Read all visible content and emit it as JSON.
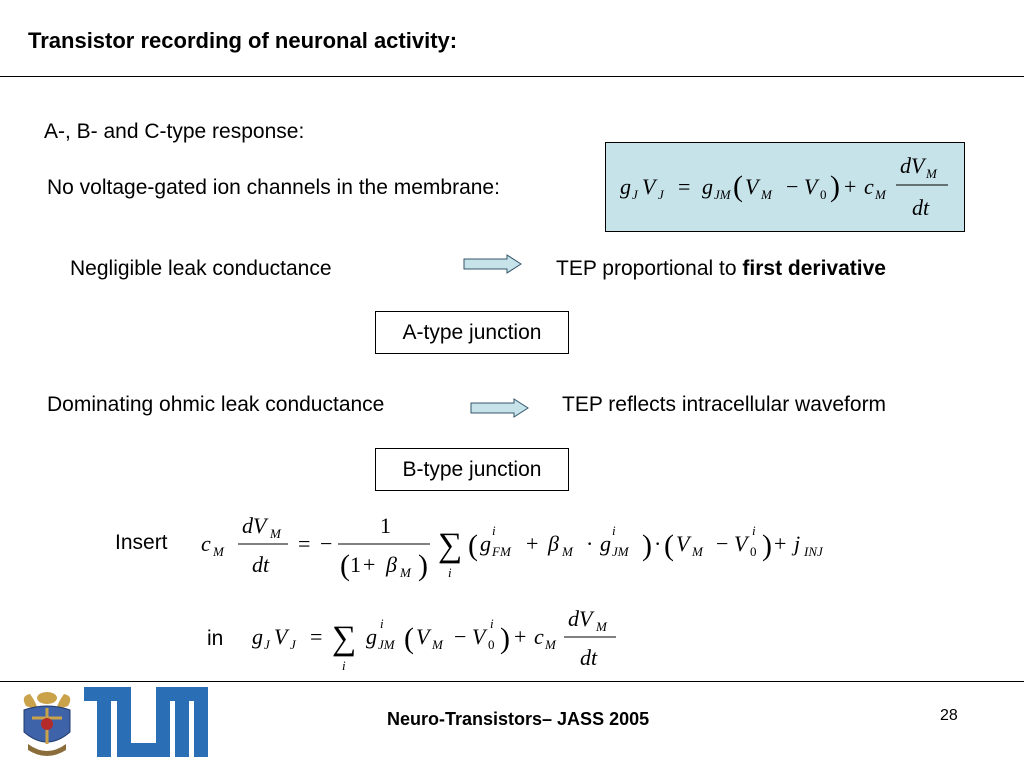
{
  "title": "Transistor recording of neuronal activity:",
  "intro": "A-, B- and C-type response:",
  "no_channels": "No voltage-gated ion channels in the membrane:",
  "row1": {
    "left": "Negligible leak conductance",
    "right_prefix": "TEP proportional to ",
    "right_bold": "first derivative"
  },
  "box_a": "A-type junction",
  "row2": {
    "left": "Dominating ohmic leak conductance",
    "right": "TEP reflects intracellular waveform"
  },
  "box_b": "B-type junction",
  "insert_label": "Insert",
  "in_label": "in",
  "footer": {
    "title": "Neuro-Transistors– JASS 2005",
    "page": "28"
  },
  "colors": {
    "equation_box": "#c7e3ea",
    "arrow_fill": "#c7e3ea",
    "logo_blue": "#2a6fb6"
  },
  "icons": [
    "coat-of-arms-icon",
    "tum-logo-icon",
    "right-arrow-icon"
  ]
}
